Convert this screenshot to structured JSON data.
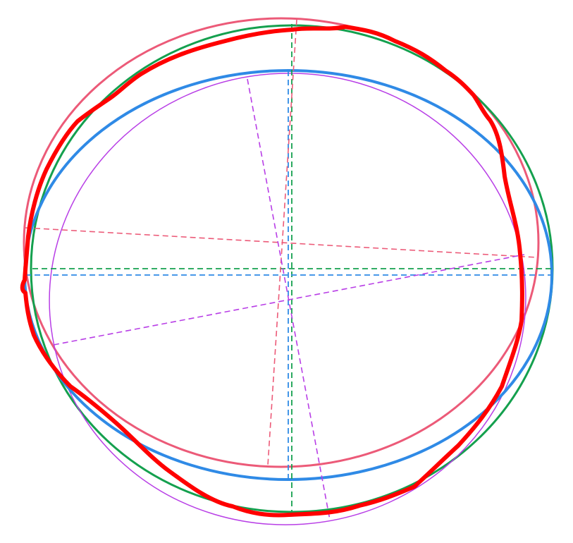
{
  "figure": {
    "background": "#ffffff",
    "shapes": [
      {
        "id": "fit-ellipse-pink",
        "kind": "ellipse",
        "color": "#ec5a78",
        "line": "solid"
      },
      {
        "id": "fit-circle-green",
        "kind": "ellipse",
        "color": "#14a04e",
        "line": "solid"
      },
      {
        "id": "fit-ellipse-blue",
        "kind": "ellipse",
        "color": "#2f8ae6",
        "line": "solid"
      },
      {
        "id": "fit-ellipse-purple",
        "kind": "ellipse",
        "color": "#b83ee6",
        "line": "solid"
      },
      {
        "id": "traced-contour-red",
        "kind": "freehand-outline",
        "color": "#ff0000",
        "line": "solid"
      }
    ],
    "axes": [
      {
        "id": "axis-pink-major",
        "color": "#ec5a78",
        "line": "dashed"
      },
      {
        "id": "axis-pink-minor",
        "color": "#ec5a78",
        "line": "dashed"
      },
      {
        "id": "axis-green-horizontal",
        "color": "#14a04e",
        "line": "dashed"
      },
      {
        "id": "axis-green-vertical",
        "color": "#14a04e",
        "line": "dashed"
      },
      {
        "id": "axis-blue-horizontal",
        "color": "#2f8ae6",
        "line": "dashed"
      },
      {
        "id": "axis-blue-vertical",
        "color": "#2f8ae6",
        "line": "dashed"
      },
      {
        "id": "axis-purple-major",
        "color": "#b83ee6",
        "line": "dashed"
      },
      {
        "id": "axis-purple-minor",
        "color": "#b83ee6",
        "line": "dashed"
      }
    ]
  }
}
